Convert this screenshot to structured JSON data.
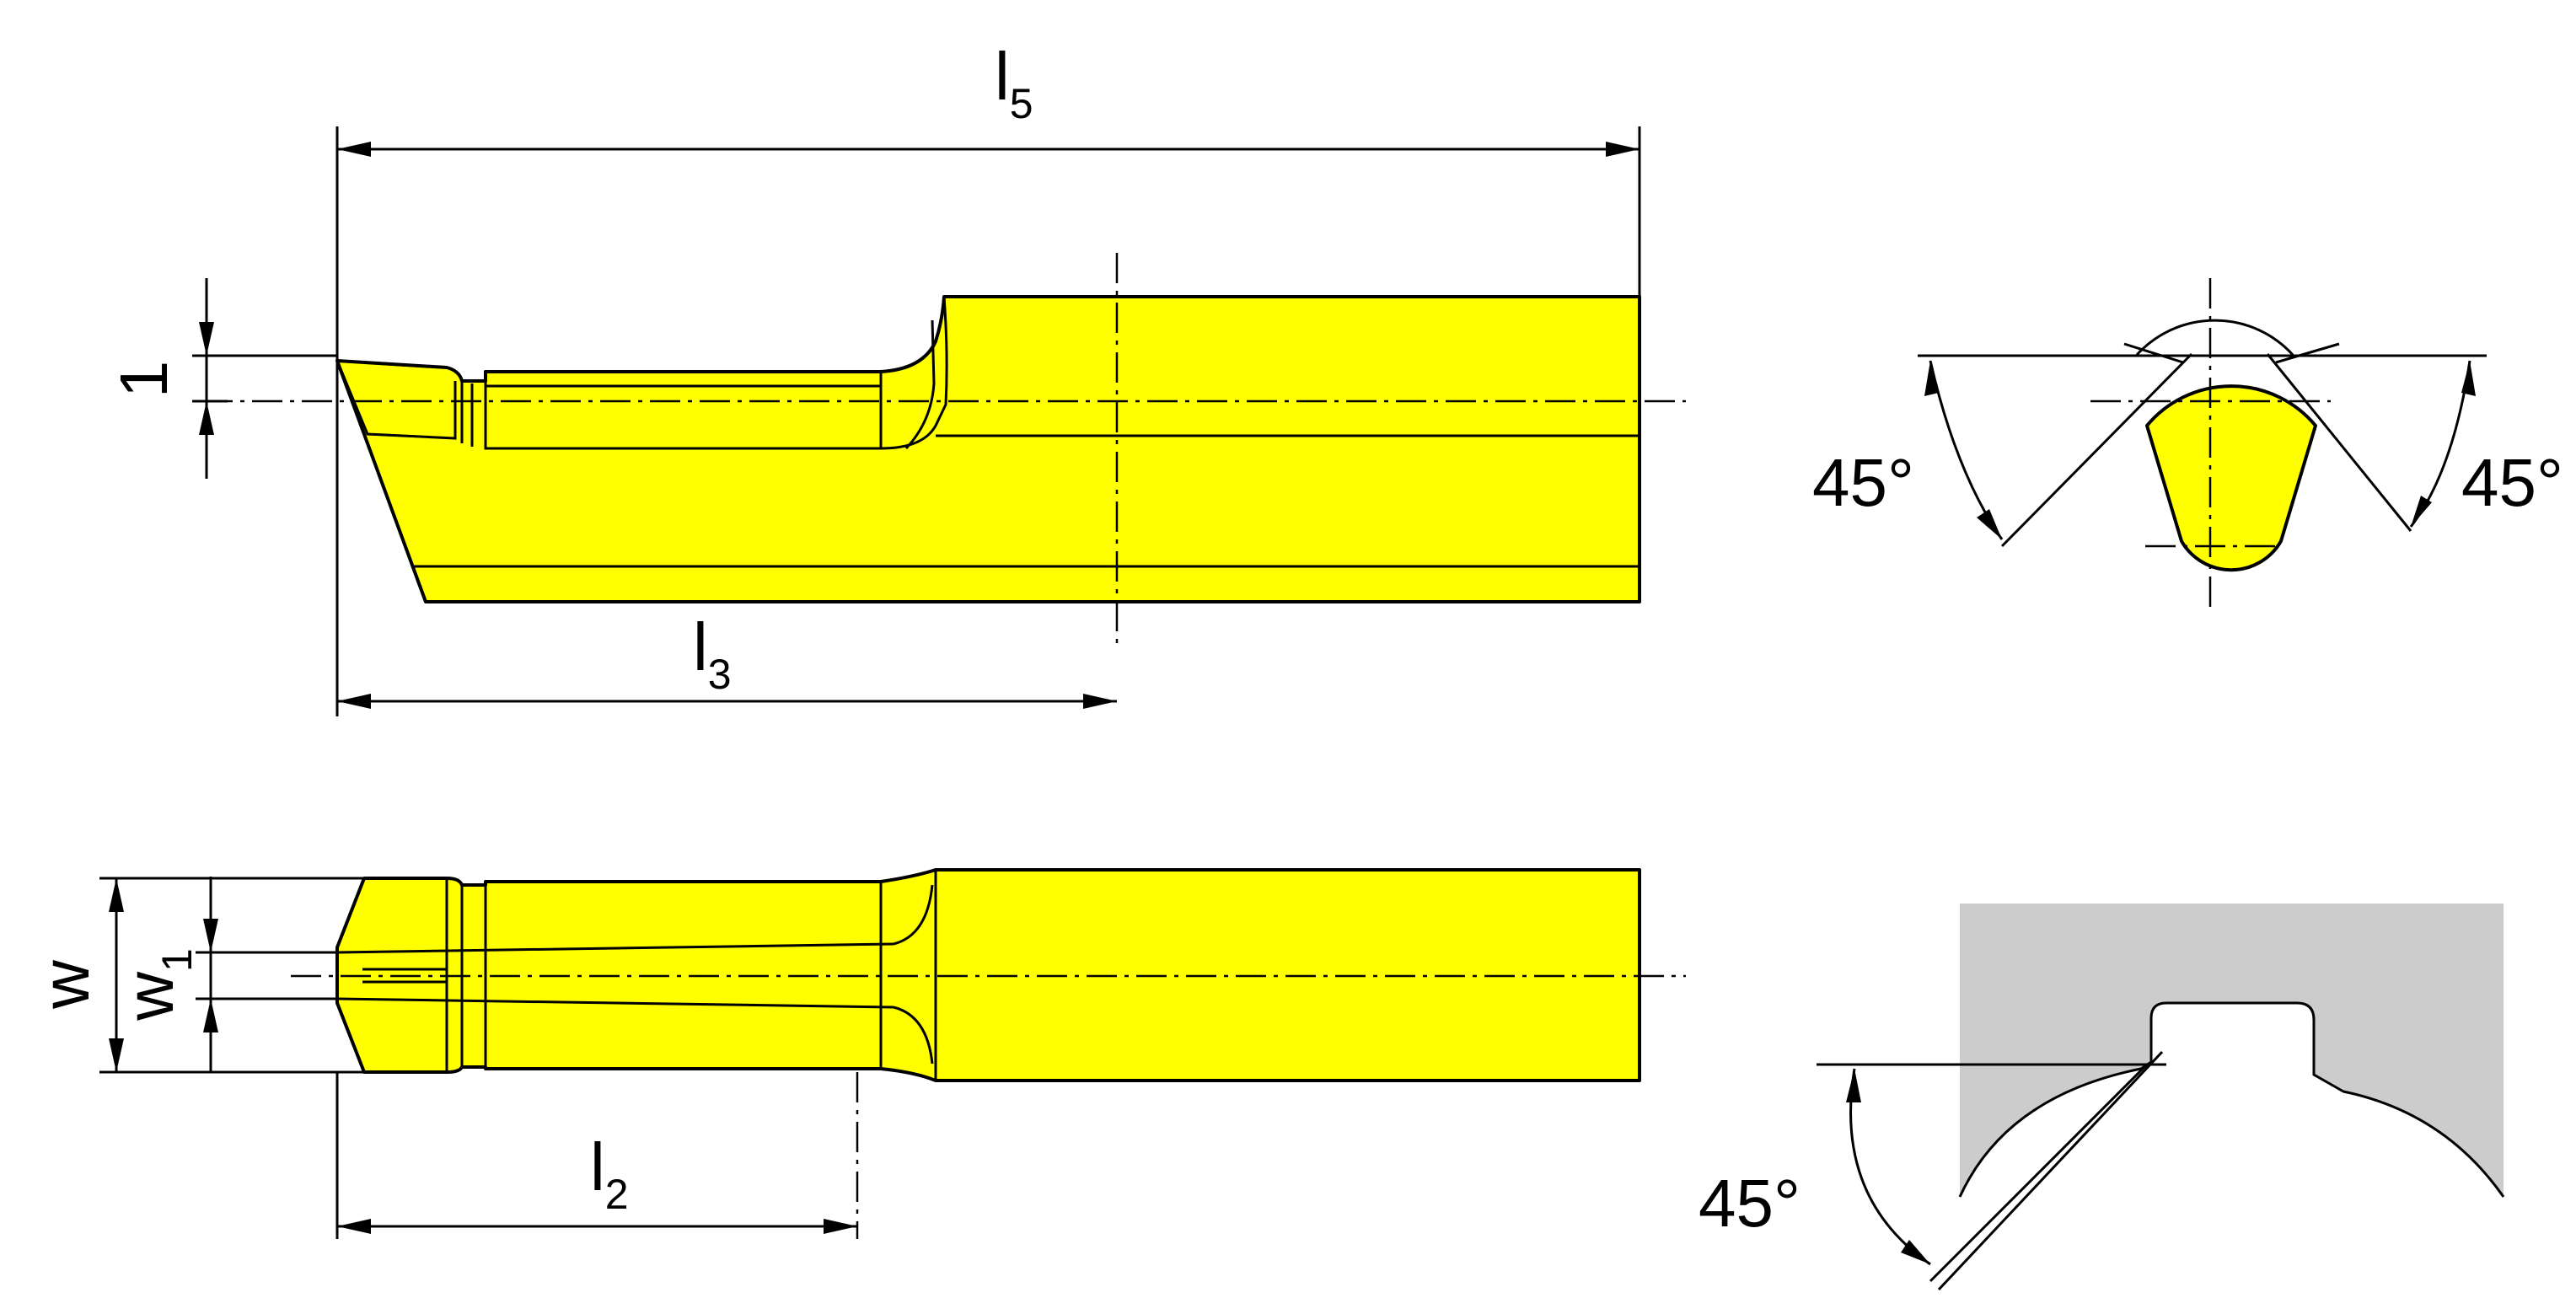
{
  "colors": {
    "part_fill": "#ffff00",
    "line": "#000000",
    "workpiece": "#cccccc"
  },
  "labels": {
    "l5": {
      "main": "l",
      "sub": "5"
    },
    "l3": {
      "main": "l",
      "sub": "3"
    },
    "l2": {
      "main": "l",
      "sub": "2"
    },
    "w": {
      "main": "w"
    },
    "w1": {
      "main": "w",
      "sub": "1"
    },
    "offset": "1",
    "angle_left": "45°",
    "angle_right": "45°",
    "angle_detail": "45°"
  }
}
